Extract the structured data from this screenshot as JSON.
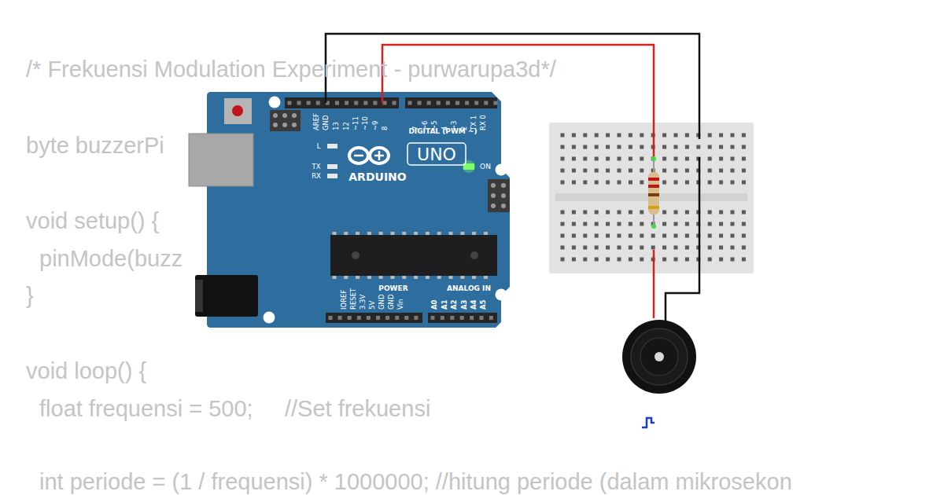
{
  "diagram": {
    "nodes": [
      {
        "text": [
          "AREF",
          "GND",
          "13",
          "12",
          "~11",
          "~10",
          "~9",
          "8",
          "7",
          "~6",
          "~5",
          "4",
          "~3",
          "2",
          "TX 1",
          "RX 0",
          "DIGITAL (PWM ~)",
          "L",
          "TX",
          "RX",
          "ARDUINO",
          "UNO",
          "ON",
          "IOREF",
          "RESET",
          "3.3V",
          "5V",
          "GND",
          "GND",
          "Vin",
          "POWER",
          "ANALOG IN",
          "A0",
          "A1",
          "A2",
          "A3",
          "A4",
          "A5"
        ]
      }
    ],
    "labels": [
      "/* Frekuensi Modulation Experiment - purwarupa3d*/",
      "byte buzzerPi",
      "void setup() {",
      "pinMode(buzz",
      "}",
      "void loop() {",
      "float frequensi = 500;     //Set frekuensi",
      "int periode = (1 / frequensi) * 1000000; //hitung periode (dalam mikrosekon"
    ]
  }
}
